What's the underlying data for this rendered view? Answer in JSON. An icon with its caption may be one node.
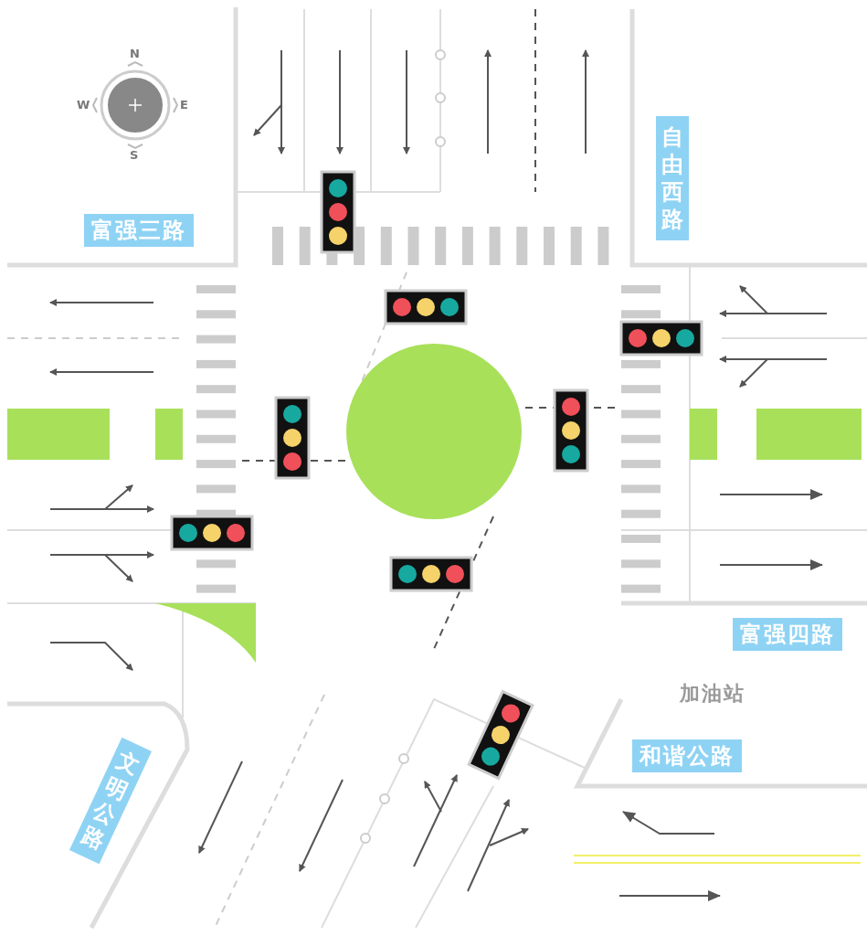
{
  "diagram": {
    "labels": [
      "N",
      "W",
      "E",
      "S",
      "富强三路",
      "自由西路",
      "富强四路",
      "加油站",
      "和谐公路",
      "文明公路"
    ]
  }
}
